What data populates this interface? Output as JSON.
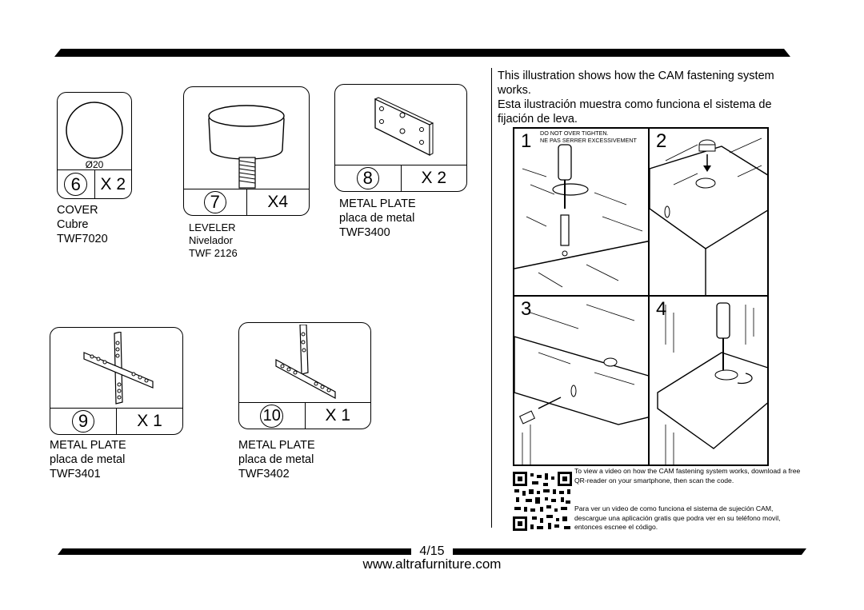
{
  "parts": [
    {
      "number": "6",
      "qty": "X 2",
      "label": "COVER",
      "label_es": "Cubre",
      "code": "TWF7020",
      "dimension": "Ø20",
      "icon": "cover-disc-icon"
    },
    {
      "number": "7",
      "qty": "X4",
      "label": "LEVELER",
      "label_es": "Nivelador",
      "code": "TWF 2126",
      "icon": "leveler-icon"
    },
    {
      "number": "8",
      "qty": "X 2",
      "label": "METAL PLATE",
      "label_es": "placa de metal",
      "code": "TWF3400",
      "icon": "flat-plate-icon"
    },
    {
      "number": "9",
      "qty": "X 1",
      "label": "METAL PLATE",
      "label_es": "placa de metal",
      "code": "TWF3401",
      "icon": "cross-plate-icon"
    },
    {
      "number": "10",
      "qty": "X 1",
      "label": "METAL PLATE",
      "label_es": "placa de metal",
      "code": "TWF3402",
      "icon": "t-plate-icon"
    }
  ],
  "cam": {
    "intro_en": "This illustration shows how the CAM fastening system works.",
    "intro_es": "Esta ilustración muestra como funciona el sistema de fijación de leva.",
    "steps": [
      {
        "number": "1",
        "note1": "DO NOT OVER TIGHTEN.",
        "note2": "NE PAS SERRER EXCESSIVEMENT"
      },
      {
        "number": "2"
      },
      {
        "number": "3"
      },
      {
        "number": "4"
      }
    ],
    "qr_en": "To view a video on how the CAM fastening system works, download a free QR-reader on your smartphone, then scan the code.",
    "qr_es": "Para ver un video de como funciona el sistema de sujeción CAM, descargue una aplicación gratis que podra ver en su teléfono movil, entonces escnee el código."
  },
  "footer": {
    "page": "4/15",
    "url": "www.altrafurniture.com"
  }
}
